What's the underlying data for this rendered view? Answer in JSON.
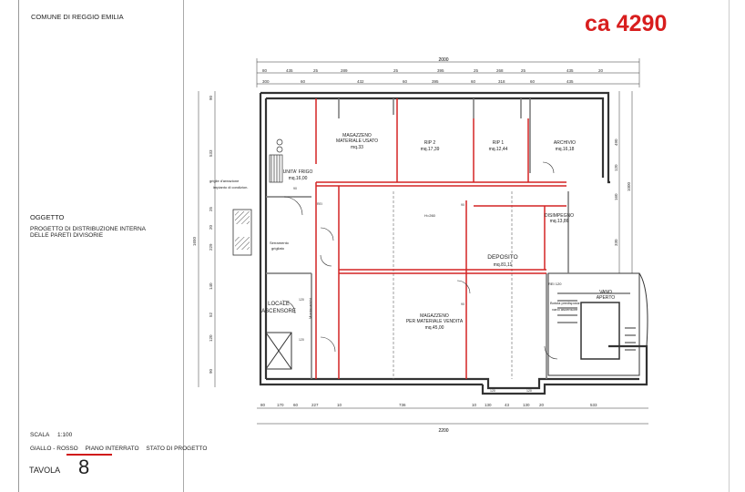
{
  "header": {
    "comune": "COMUNE DI REGGIO EMILIA",
    "price": "ca 4290"
  },
  "oggetto": {
    "label": "OGGETTO",
    "description": "PROGETTO DI DISTRIBUZIONE INTERNA DELLE PARETI DIVISORIE"
  },
  "footer": {
    "scala_label": "SCALA",
    "scala_value": "1:100",
    "colors": "GIALLO - ROSSO",
    "piano": "PIANO INTERRATO",
    "stato": "STATO DI PROGETTO",
    "tavola_label": "TAVOLA",
    "tavola_number": "8"
  },
  "plan": {
    "overall_top": "2000",
    "overall_bottom": "2200",
    "rooms": [
      {
        "name": "MAGAZZENO",
        "sub": "MATERIALE USATO",
        "area": "mq.33"
      },
      {
        "name": "RIP 2",
        "sub": "",
        "area": "mq.17,39"
      },
      {
        "name": "RIP 1",
        "sub": "",
        "area": "mq.12,44"
      },
      {
        "name": "ARCHIVIO",
        "sub": "",
        "area": "mq.16,18"
      },
      {
        "name": "UNITA' FRIGO",
        "sub": "",
        "area": "mq.16,00"
      },
      {
        "name": "DISIMPEGNO",
        "sub": "",
        "area": "mq.13,86"
      },
      {
        "name": "DEPOSITO",
        "sub": "",
        "area": "mq.81,11"
      },
      {
        "name": "MAGAZZENO",
        "sub": "PER MATERIALE VENDITA",
        "area": "mq.45,00"
      },
      {
        "name": "LOCALE",
        "sub": "ASCENSORE",
        "area": ""
      },
      {
        "name": "VANO",
        "sub": "APERTO",
        "area": ""
      }
    ],
    "labels": {
      "h": "H=260",
      "montacarichi": "Montacarichi",
      "griglie": "griglie d'areazione",
      "impianto": "impianto di condizion.",
      "serramento": "Serramento",
      "grigliato": "grigliato",
      "botola": "Botola predisposiz.",
      "vano_asc": "vano ascensore",
      "rei": "REI 120"
    },
    "dims_top": [
      "80",
      "435",
      "25",
      "289",
      "25",
      "395",
      "25",
      "268",
      "25",
      "435",
      "20",
      "300",
      "60",
      "432",
      "60",
      "395",
      "60",
      "318",
      "60",
      "435"
    ],
    "dims_bottom": [
      "80",
      "170",
      "60",
      "227",
      "10",
      "736",
      "10",
      "130",
      "43",
      "130",
      "20",
      "533"
    ],
    "dims_left": [
      "90",
      "533",
      "25",
      "20",
      "229",
      "140",
      "52",
      "120",
      "90",
      "1650"
    ],
    "dims_right": [
      "490",
      "1000",
      "330",
      "160",
      "120"
    ]
  }
}
